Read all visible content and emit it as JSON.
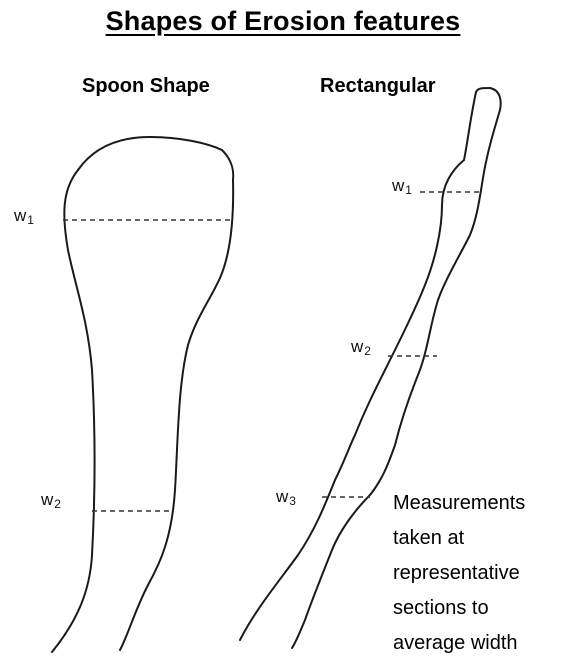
{
  "title": "Shapes of Erosion features",
  "spoon": {
    "label": "Spoon Shape",
    "w1": {
      "base": "w",
      "sub": "1"
    },
    "w2": {
      "base": "w",
      "sub": "2"
    }
  },
  "rectangular": {
    "label": "Rectangular",
    "w1": {
      "base": "w",
      "sub": "1"
    },
    "w2": {
      "base": "w",
      "sub": "2"
    },
    "w3": {
      "base": "w",
      "sub": "3"
    }
  },
  "note_lines": [
    "Measurements",
    "taken at",
    "representative",
    "sections to",
    "average width"
  ],
  "colors": {
    "outline": "#1a1a1a",
    "measure_line": "#333333"
  }
}
